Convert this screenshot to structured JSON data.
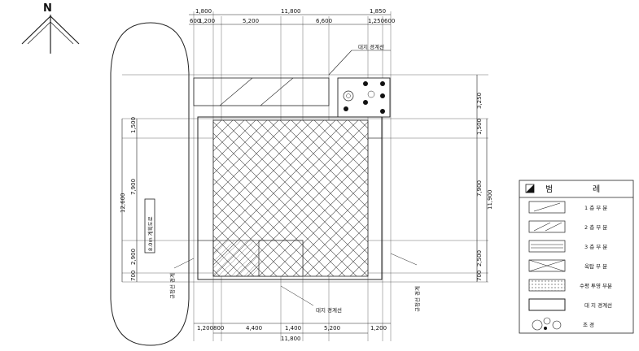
{
  "north_label": "N",
  "dims_top_row1": [
    "1,800",
    "11,800",
    "1,850"
  ],
  "dims_top_row2": [
    "600",
    "1,200",
    "5,200",
    "6,600",
    "1,250",
    "600"
  ],
  "dims_bottom_row1": [
    "1,200",
    "800",
    "4,400",
    "1,400",
    "5,200",
    "1,200"
  ],
  "dims_bottom_row2": [
    "11,800"
  ],
  "dims_right_inner": [
    "3,250",
    "1,500",
    "7,900",
    "2,500",
    "700"
  ],
  "dims_right_total": "11,900",
  "dims_left_inner": [
    "1,500",
    "7,900",
    "2,900",
    "700"
  ],
  "dims_left_total": "12,600",
  "road_label": "8.0m 계획도로",
  "boundary_label_top": "대지 경계선",
  "boundary_label_bottom": "대지 경계선",
  "left_side_label": "규정선 경계",
  "right_side_label": "규정선 경계",
  "legend": {
    "title_left": "범",
    "title_right": "례",
    "items": [
      {
        "label": "1 층 부 분",
        "pattern": "diag-single"
      },
      {
        "label": "2 층 부 분",
        "pattern": "diag-double"
      },
      {
        "label": "3 층 부 분",
        "pattern": "horizontal"
      },
      {
        "label": "옥탑 부 분",
        "pattern": "cross"
      },
      {
        "label": "수평 투영 부분",
        "pattern": "dots"
      },
      {
        "label": "대 지  경계선",
        "pattern": "blank"
      },
      {
        "label": "조        경",
        "pattern": "trees"
      }
    ]
  },
  "colors": {
    "line": "#222222",
    "hatch": "#555555",
    "background": "#ffffff"
  }
}
